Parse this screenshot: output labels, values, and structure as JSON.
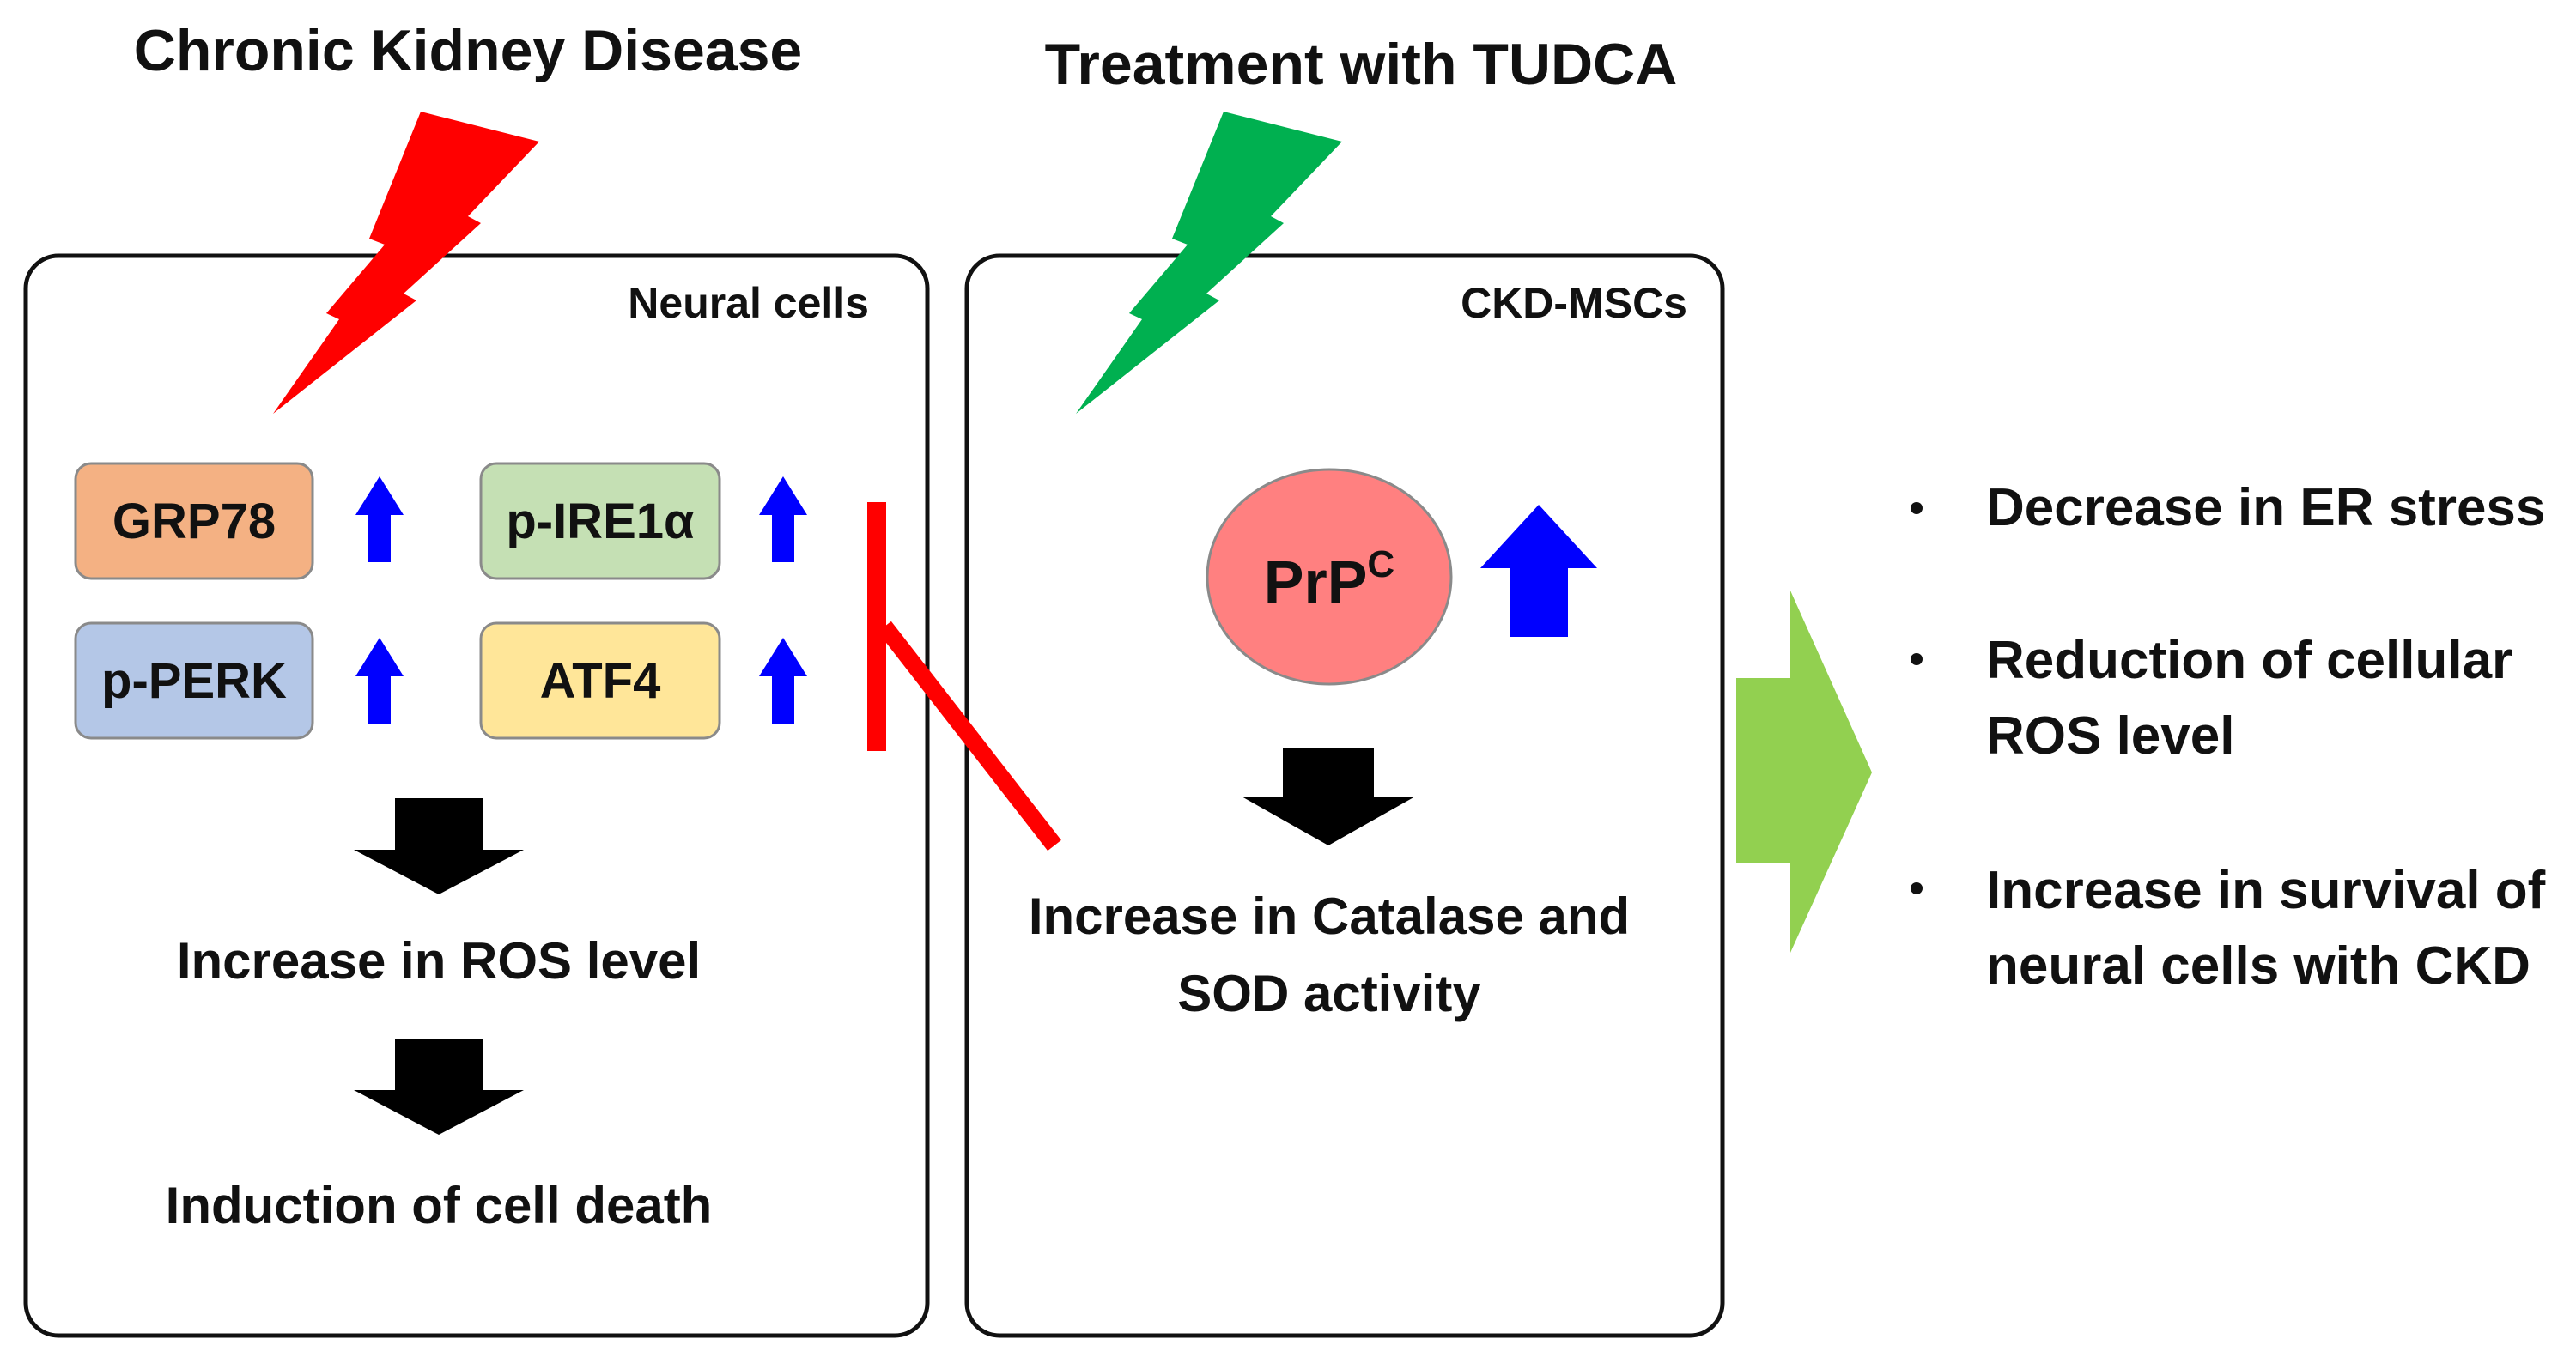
{
  "titles": {
    "ckd": "Chronic Kidney Disease",
    "tudca": "Treatment with TUDCA"
  },
  "neural_panel": {
    "label": "Neural cells",
    "proteins": {
      "grp78": "GRP78",
      "p_ire1a": "p-IRE1α",
      "p_perk": "p-PERK",
      "atf4": "ATF4"
    },
    "step1": "Increase in ROS level",
    "step2": "Induction of cell death"
  },
  "msc_panel": {
    "label": "CKD-MSCs",
    "prp_base": "PrP",
    "prp_sup": "C",
    "result_line1": "Increase in Catalase and",
    "result_line2": "SOD activity"
  },
  "outcomes": {
    "item1": "Decrease in ER stress",
    "item2_line1": "Reduction of cellular",
    "item2_line2": "ROS level",
    "item3_line1": "Increase in survival of",
    "item3_line2": "neural cells with CKD"
  },
  "colors": {
    "ckd_bolt": "#ff0000",
    "tudca_bolt": "#00b050",
    "grp78": "#f4b183",
    "p_ire1a": "#c5e0b4",
    "p_perk": "#b4c7e7",
    "atf4": "#ffe699",
    "prp": "#ff8080",
    "up_arrow": "#0000ff",
    "inhibition": "#ff0000",
    "outcome_arrow": "#92d050"
  },
  "icons": {
    "bolt": "lightning-bolt-icon",
    "up": "up-arrow-icon",
    "down": "down-arrow-icon",
    "bullet": "bullet-icon"
  }
}
